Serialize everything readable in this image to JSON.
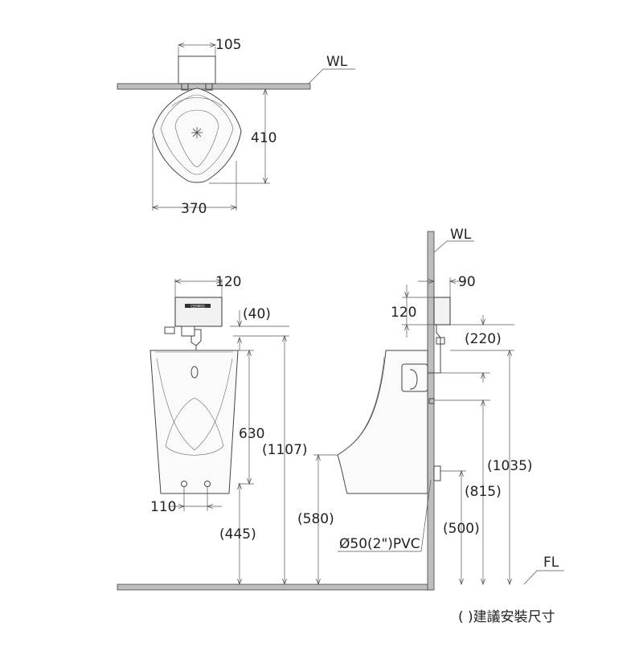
{
  "top_view": {
    "dim_sensor_width": "105",
    "dim_depth": "410",
    "dim_width": "370",
    "wall_label": "WL"
  },
  "front_view": {
    "dim_sensor_width": "120",
    "dim_sensor_top": "(40)",
    "dim_body_height": "630",
    "dim_total_height": "(1107)",
    "dim_outlet_spacing": "110",
    "dim_outlet_height": "(445)"
  },
  "side_view": {
    "wall_label": "WL",
    "floor_label": "FL",
    "dim_sensor_depth": "90",
    "dim_sensor_height": "120",
    "dim_supply_offset": "(220)",
    "dim_lip_height": "(580)",
    "dim_total_height": "(1035)",
    "dim_supply_height": "(815)",
    "dim_outlet_height": "(500)",
    "pipe_label": "Ø50(2\")PVC",
    "sensor_brand": "COSMOS"
  },
  "footnote": "( )建議安裝尺寸"
}
